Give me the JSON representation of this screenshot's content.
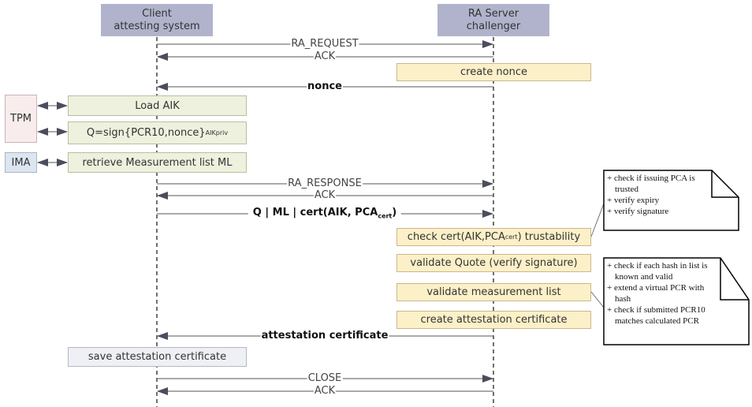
{
  "participants": {
    "client": "Client\nattesting system",
    "server": "RA Server\nchallenger",
    "tpm": "TPM",
    "ima": "IMA"
  },
  "messages": {
    "ra_request": "RA_REQUEST",
    "ack1": "ACK",
    "nonce": "nonce",
    "ra_response": "RA_RESPONSE",
    "ack2": "ACK",
    "q_ml_prefix": "Q | ML | cert(AIK, PCA",
    "q_ml_sub": "cert",
    "q_ml_suffix": ")",
    "attestation": "attestation certificate",
    "close": "CLOSE",
    "ack3": "ACK"
  },
  "server_actions": {
    "create_nonce": "create nonce",
    "check_prefix": "check cert(AIK,PCA",
    "check_sub": "cert",
    "check_suffix": ") trustability",
    "validate_quote": "validate Quote (verify signature)",
    "validate_ml": "validate measurement list",
    "create_cert": "create attestation certificate"
  },
  "client_actions": {
    "load_aik": "Load AIK",
    "sign_prefix": "Q=sign{PCR10,nonce}",
    "sign_sub": "AIKpriv",
    "retrieve": "retrieve Measurement list ML",
    "save": "save attestation certificate"
  },
  "notes": {
    "cert_checks": [
      "check if issuing PCA is trusted",
      "verify expiry",
      "verify signature"
    ],
    "ml_checks": [
      "check if each hash in list is known and valid",
      "extend a virtual PCR with hash",
      "check if submitted PCR10 matches calculated PCR"
    ]
  },
  "colors": {
    "header": "#b1b3cc",
    "server_action": "#fcf0c8",
    "client_action": "#edf1dd",
    "tpm": "#f9ecec",
    "ima": "#dce6f0",
    "save": "#eef0f5"
  }
}
